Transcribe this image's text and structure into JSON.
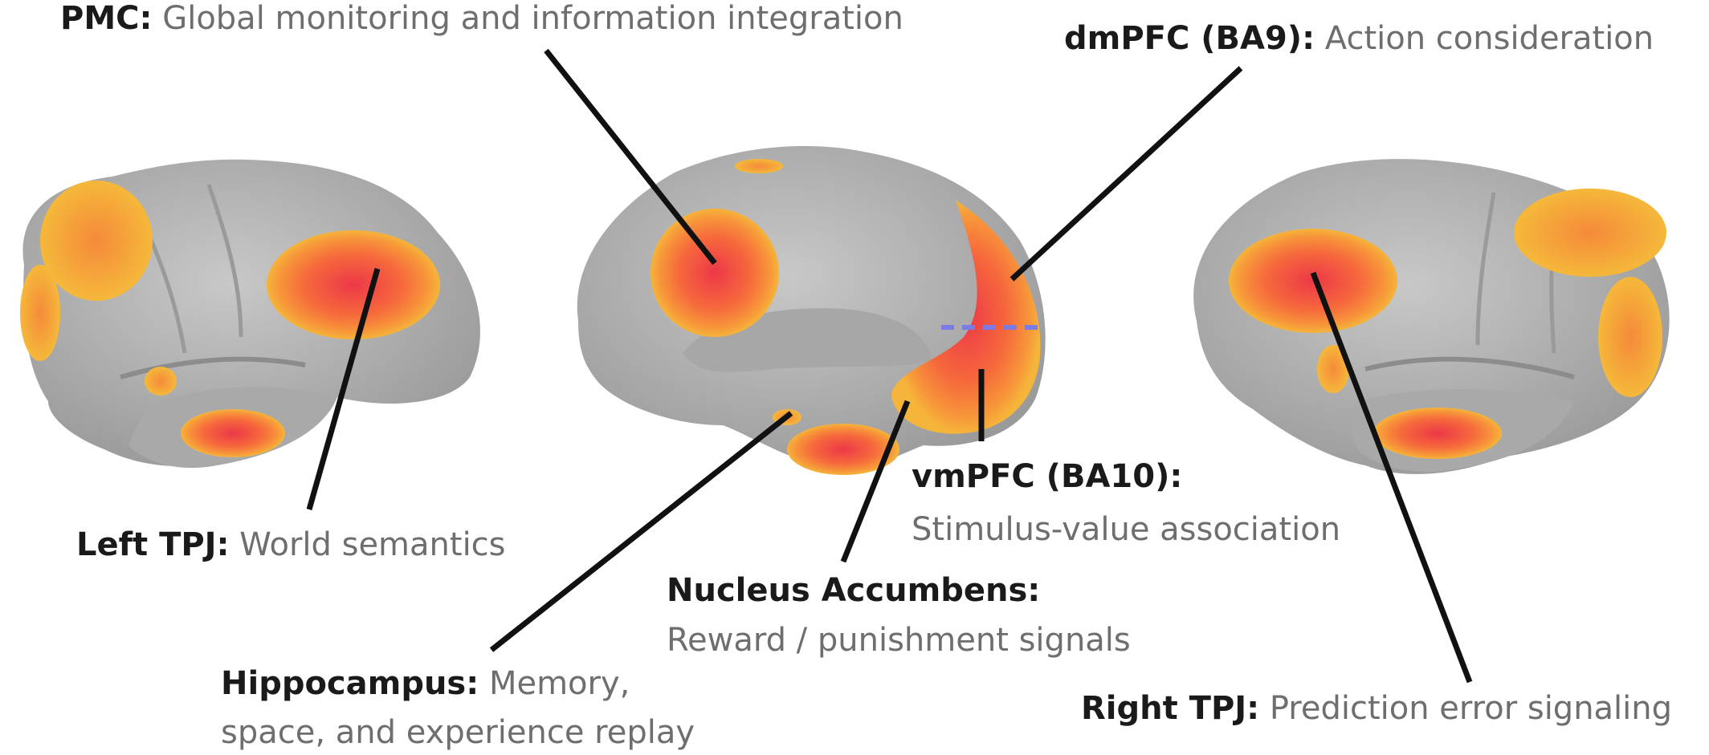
{
  "labels": {
    "pmc": {
      "region": "PMC:",
      "desc": "Global monitoring and information integration"
    },
    "dmpfc": {
      "region": "dmPFC (BA9):",
      "desc": "Action consideration"
    },
    "left_tpj": {
      "region": "Left TPJ:",
      "desc": "World semantics"
    },
    "vmpfc": {
      "region": "vmPFC (BA10):",
      "desc": "Stimulus-value association"
    },
    "nacc": {
      "region": "Nucleus Accumbens:",
      "desc": "Reward / punishment signals"
    },
    "hippocampus": {
      "region": "Hippocampus:",
      "desc_line1": "Memory,",
      "desc_line2": "space, and experience replay"
    },
    "right_tpj": {
      "region": "Right TPJ:",
      "desc": "Prediction error signaling"
    }
  },
  "colors": {
    "cortex": "#b9b9b9",
    "activation_core": "#f0484a",
    "activation_mid": "#f7773a",
    "activation_edge": "#f5b33a",
    "leader_line": "#111111",
    "divider_dash": "#7b7be6"
  }
}
